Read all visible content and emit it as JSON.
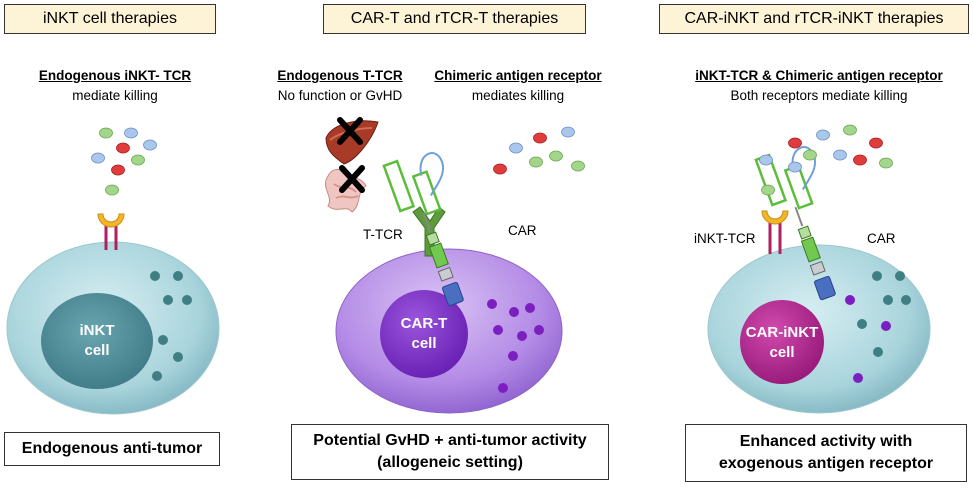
{
  "panels": [
    {
      "title": "iNKT cell therapies",
      "heading": "Endogenous iNKT- TCR",
      "subheading": "mediate killing",
      "nucleus_line1": "iNKT",
      "nucleus_line2": "cell",
      "bottom": "Endogenous anti-tumor"
    },
    {
      "title": "CAR-T and rTCR-T therapies",
      "heading_left": "Endogenous T-TCR",
      "sub_left": "No function or GvHD",
      "heading_right": "Chimeric antigen receptor",
      "sub_right": "mediates killing",
      "tcr_label": "T-TCR",
      "car_label": "CAR",
      "nucleus_line1": "CAR-T",
      "nucleus_line2": "cell",
      "bottom_line1": "Potential GvHD + anti-tumor activity",
      "bottom_line2": "(allogeneic setting)"
    },
    {
      "title": "CAR-iNKT and rTCR-iNKT therapies",
      "heading": "iNKT-TCR & Chimeric antigen receptor",
      "subheading": "Both receptors mediate killing",
      "tcr_label": "iNKT-TCR",
      "car_label": "CAR",
      "nucleus_line1": "CAR-iNKT",
      "nucleus_line2": "cell",
      "bottom_line1": "Enhanced activity with",
      "bottom_line2": "exogenous antigen receptor"
    }
  ],
  "colors": {
    "title_fill": "#fdf3d7",
    "inkt_cell": "#a9d4dc",
    "inkt_nucleus": "#4f8f9a",
    "cart_cell": "#b48be6",
    "cart_nucleus": "#7a2fc4",
    "carinkt_nucleus": "#b0268f",
    "granule_teal": "#3f7f84",
    "granule_purple": "#7b1fc0",
    "antigen_blue": "#a9c6ec",
    "antigen_green": "#a3d58a",
    "antigen_red": "#e03c3c",
    "receptor_red": "#b02060",
    "receptor_gold": "#f3b62b",
    "tcr_green": "#5e9b3c",
    "car_green": "#5cbd3a",
    "car_blue": "#2c56a8"
  },
  "icons": [
    "liver-icon",
    "intestine-icon",
    "x-mark-icon",
    "antigen-molecule-icon"
  ]
}
